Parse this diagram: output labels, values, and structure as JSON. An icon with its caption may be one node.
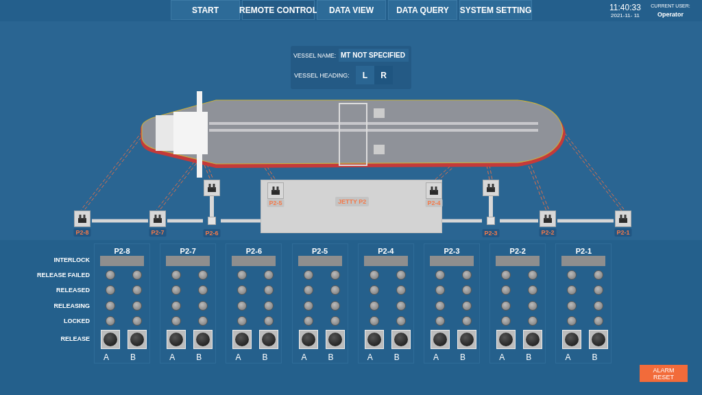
{
  "diagram": {
    "nodes": [
      {
        "text": [],
        "shape": "picture"
      },
      {
        "text": [
          "JETTY P2"
        ]
      },
      {
        "text": [
          "P2-8"
        ]
      },
      {
        "text": [
          "P2-7"
        ]
      },
      {
        "text": [
          "P2-6"
        ]
      },
      {
        "text": [
          "P2-5"
        ],
        "in": 1
      },
      {
        "text": [
          "P2-4"
        ],
        "in": 1
      },
      {
        "text": [
          "P2-3"
        ]
      },
      {
        "text": [
          "P2-2"
        ]
      },
      {
        "text": [
          "P2-1"
        ]
      },
      {
        "text": [
          "P2-8",
          "A",
          "B"
        ]
      },
      {
        "text": [
          "P2-7",
          "A",
          "B"
        ]
      },
      {
        "text": [
          "P2-6",
          "A",
          "B"
        ]
      },
      {
        "text": [
          "P2-5",
          "A",
          "B"
        ]
      },
      {
        "text": [
          "P2-4",
          "A",
          "B"
        ]
      },
      {
        "text": [
          "P2-3",
          "A",
          "B"
        ]
      },
      {
        "text": [
          "P2-2",
          "A",
          "B"
        ]
      },
      {
        "text": [
          "P2-1",
          "A",
          "B"
        ]
      }
    ],
    "edges": [
      {
        "from": 0,
        "to": 2,
        "arrow": "none",
        "style": "dashed",
        "color": "#e0704a"
      },
      {
        "from": 0,
        "to": 3,
        "arrow": "none",
        "style": "dashed",
        "color": "#e0704a"
      },
      {
        "from": 0,
        "to": 4,
        "arrow": "none",
        "style": "dashed",
        "color": "#e0704a"
      },
      {
        "from": 0,
        "to": 5,
        "arrow": "none",
        "style": "dashed",
        "color": "#e0704a"
      },
      {
        "from": 0,
        "to": 6,
        "arrow": "none",
        "style": "dashed",
        "color": "#e0704a"
      },
      {
        "from": 0,
        "to": 7,
        "arrow": "none",
        "style": "dashed",
        "color": "#e0704a"
      },
      {
        "from": 0,
        "to": 8,
        "arrow": "none",
        "style": "dashed",
        "color": "#e0704a"
      },
      {
        "from": 0,
        "to": 9,
        "arrow": "none",
        "style": "dashed",
        "color": "#e0704a"
      },
      {
        "from": 2,
        "to": 3,
        "arrow": "none",
        "style": "thick",
        "color": "#d6d6d6"
      },
      {
        "from": 3,
        "to": 4,
        "arrow": "none",
        "style": "thick",
        "color": "#d6d6d6"
      },
      {
        "from": 4,
        "to": 1,
        "arrow": "none",
        "style": "thick",
        "color": "#d6d6d6"
      },
      {
        "from": 1,
        "to": 7,
        "arrow": "none",
        "style": "thick",
        "color": "#d6d6d6"
      },
      {
        "from": 7,
        "to": 8,
        "arrow": "none",
        "style": "thick",
        "color": "#d6d6d6"
      },
      {
        "from": 8,
        "to": 9,
        "arrow": "none",
        "style": "thick",
        "color": "#d6d6d6"
      }
    ],
    "labels": [
      "START",
      "REMOTE CONTROL",
      "DATA VIEW",
      "DATA QUERY",
      "SYSTEM SETTING",
      "11:40:33",
      "2021-11- 11",
      "CURRENT USER:",
      "Operator",
      "VESSEL NAME:",
      "MT NOT SPECIFIED",
      "VESSEL HEADING:",
      "L",
      "R",
      "INTERLOCK",
      "RELEASE FAILED",
      "RELEASED",
      "RELEASING",
      "LOCKED",
      "RELEASE",
      "ALARM RESET"
    ]
  }
}
